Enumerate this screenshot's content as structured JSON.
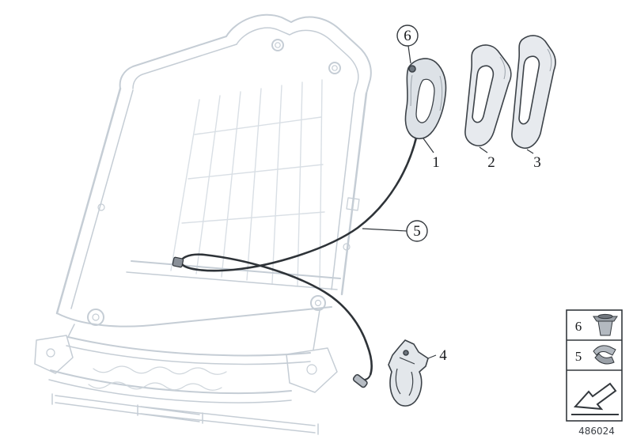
{
  "diagram": {
    "callouts": {
      "c1": "1",
      "c2": "2",
      "c3": "3",
      "c4": "4",
      "c5": "5",
      "c6": "6"
    },
    "legend": {
      "row6": "6",
      "row5": "5"
    },
    "part_number": "486024",
    "icons": [
      "grommet-icon",
      "clip-icon",
      "direction-arrow-icon"
    ],
    "colors": {
      "ghost_line": "#c5cdd5",
      "ink": "#2e3338",
      "part_fill": "#e7eaee"
    }
  }
}
